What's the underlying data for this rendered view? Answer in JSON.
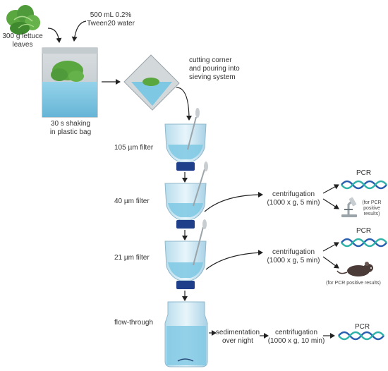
{
  "inputs": {
    "lettuce_label": "300 g lettuce\nleaves",
    "water_label": "500 mL 0.2%\nTween20 water"
  },
  "steps": {
    "shaking_label": "30 s shaking\nin plastic bag",
    "cutting_label": "cutting  corner\nand pouring into\nsieving system"
  },
  "filters": [
    {
      "label": "105 µm filter"
    },
    {
      "label": "40 µm filter"
    },
    {
      "label": "21 µm filter"
    },
    {
      "label": "flow-through"
    }
  ],
  "processing": {
    "centrifugation_1": "centrifugation\n(1000 x g, 5 min)",
    "centrifugation_2": "centrifugation\n(1000 x g, 5 min)",
    "sedimentation": "sedimentation\nover night",
    "centrifugation_3": "centrifugation\n(1000 x g, 10 min)"
  },
  "outputs": {
    "pcr_1": "PCR",
    "microscopy_note": "(for PCR\npositive\nresults)",
    "pcr_2": "PCR",
    "mouse_note": "(for PCR positive results)",
    "pcr_3": "PCR"
  },
  "colors": {
    "water": "#7ec8e3",
    "bottle": "#cfe8f3",
    "cap": "#1f3f8a",
    "dna_blue": "#2a5fb0",
    "dna_teal": "#2fb3a8",
    "lettuce": "#4f9a3a",
    "arrow": "#222222"
  }
}
